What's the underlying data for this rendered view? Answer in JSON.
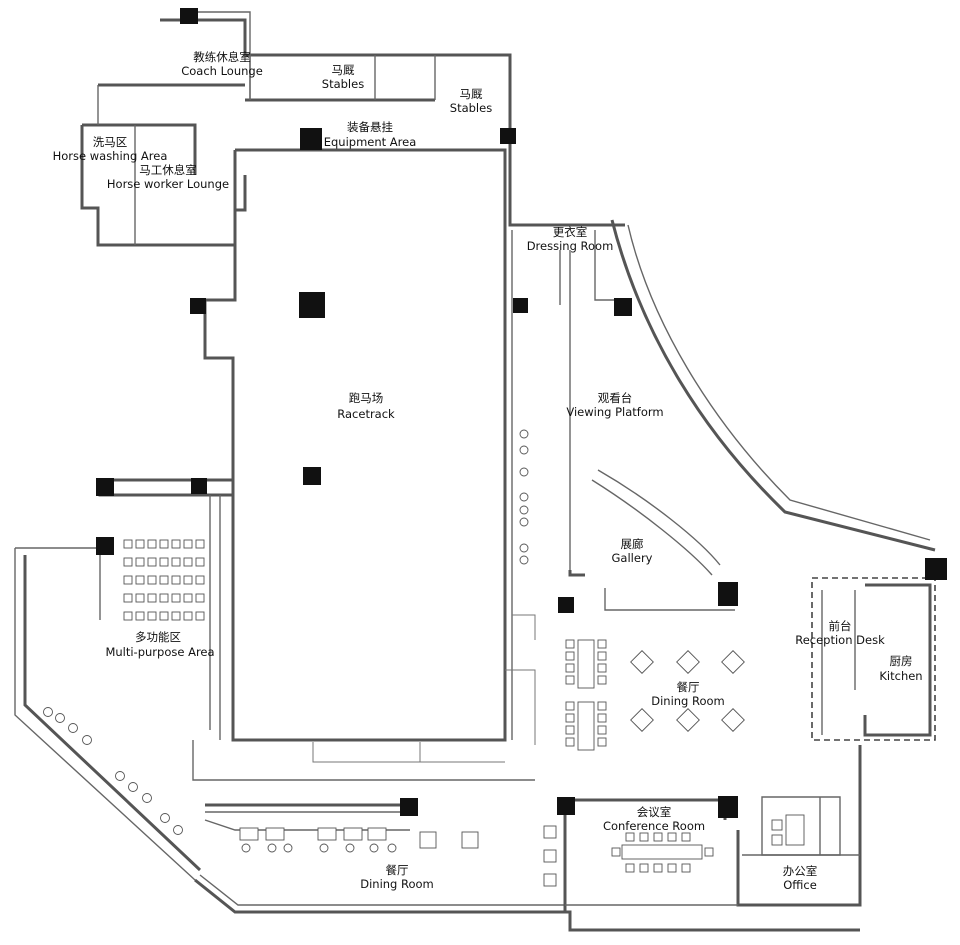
{
  "rooms": {
    "coach_lounge": {
      "zh": "教练休息室",
      "en": "Coach Lounge"
    },
    "stables_1": {
      "zh": "马厩",
      "en": "Stables"
    },
    "stables_2": {
      "zh": "马厩",
      "en": "Stables"
    },
    "horse_washing": {
      "zh": "洗马区",
      "en": "Horse washing Area"
    },
    "worker_lounge": {
      "zh": "马工休息室",
      "en": "Horse worker Lounge"
    },
    "equipment": {
      "zh": "装备悬挂",
      "en": "Equipment Area"
    },
    "dressing": {
      "zh": "更衣室",
      "en": "Dressing Room"
    },
    "racetrack": {
      "zh": "跑马场",
      "en": "Racetrack"
    },
    "viewing": {
      "zh": "观看台",
      "en": "Viewing Platform"
    },
    "gallery": {
      "zh": "展廊",
      "en": "Gallery"
    },
    "multipurpose": {
      "zh": "多功能区",
      "en": "Multi-purpose Area"
    },
    "reception": {
      "zh": "前台",
      "en": "Reception Desk"
    },
    "kitchen": {
      "zh": "厨房",
      "en": "Kitchen"
    },
    "dining_east": {
      "zh": "餐厅",
      "en": "Dining Room"
    },
    "conference": {
      "zh": "会议室",
      "en": "Conference Room"
    },
    "office": {
      "zh": "办公室",
      "en": "Office"
    },
    "dining_south": {
      "zh": "餐厅",
      "en": "Dining Room"
    }
  }
}
